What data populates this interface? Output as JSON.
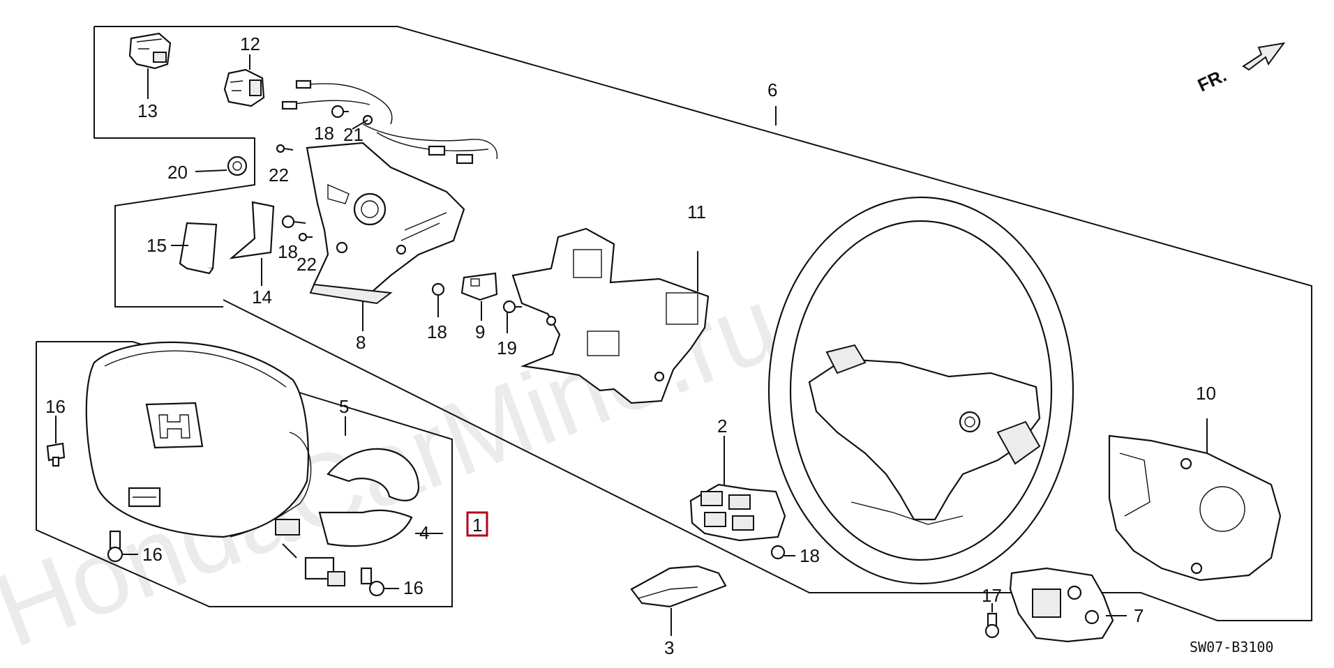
{
  "diagram": {
    "watermark": "HondaCarMine.ru",
    "direction_label": "FR.",
    "drawing_code": "SW07-B3100",
    "highlight_color": "#b3001b",
    "callouts": {
      "c1": "1",
      "c2": "2",
      "c3": "3",
      "c4": "4",
      "c5": "5",
      "c6": "6",
      "c7": "7",
      "c8": "8",
      "c9": "9",
      "c10": "10",
      "c11": "11",
      "c12": "12",
      "c13": "13",
      "c14": "14",
      "c15": "15",
      "c16a": "16",
      "c16b": "16",
      "c16c": "16",
      "c17": "17",
      "c18a": "18",
      "c18b": "18",
      "c18c": "18",
      "c18d": "18",
      "c19": "19",
      "c20": "20",
      "c21": "21",
      "c22a": "22",
      "c22b": "22"
    }
  }
}
